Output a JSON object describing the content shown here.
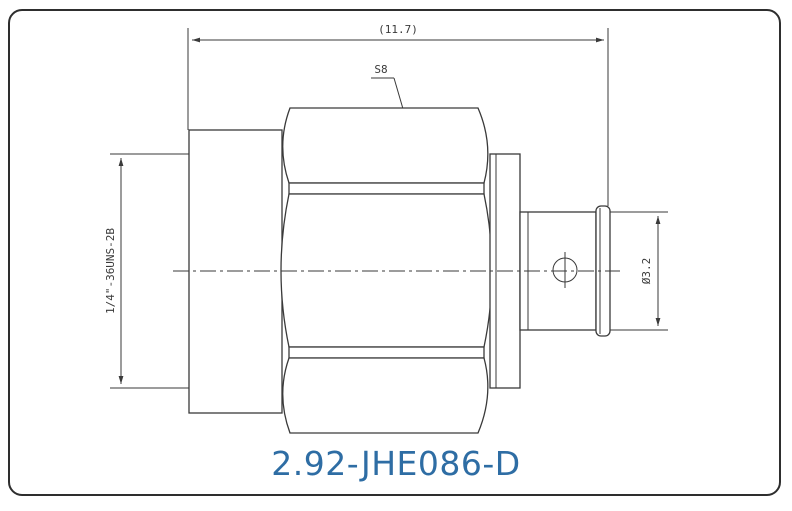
{
  "drawing": {
    "overall_length_dim": "(11.7)",
    "hex_size_dim": "S8",
    "thread_spec_dim": "1/4\"-36UNS-2B",
    "pin_diameter_dim": "Ø3.2",
    "part_number": "2.92-JHE086-D"
  },
  "colors": {
    "line": "#3a3a3a",
    "frame": "#2e2e2e",
    "part_number": "#2e6da4"
  }
}
